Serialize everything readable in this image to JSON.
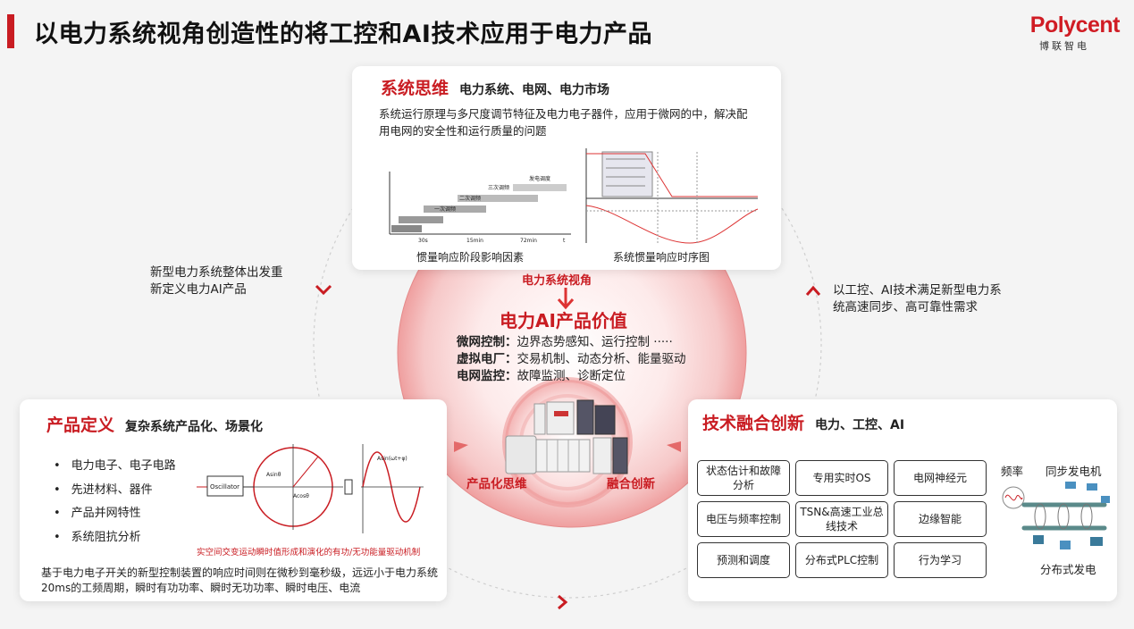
{
  "header": {
    "title": "以电力系统视角创造性的将工控和AI技术应用于电力产品",
    "logo_brand": "Polycent",
    "logo_sub": "博联智电"
  },
  "system_thinking": {
    "title": "系统思维",
    "subtitle": "电力系统、电网、电力市场",
    "description": "系统运行原理与多尺度调节特征及电力电子器件，应用于微网的中，解决配用电网的安全性和运行质量的问题",
    "figure1_caption": "惯量响应阶段影响因素",
    "figure2_caption": "系统惯量响应时序图",
    "figure1_labels": [
      "一次调频",
      "二次调频",
      "三次调频",
      "发电调度"
    ],
    "figure1_axis": [
      "30s",
      "15min",
      "72min",
      "t"
    ]
  },
  "left_side_text": [
    "新型电力系统整体出发重",
    "新定义电力AI产品"
  ],
  "right_side_text": [
    "以工控、AI技术满足新型电力系",
    "统高速同步、高可靠性需求"
  ],
  "center": {
    "perspective": "电力系统视角",
    "value_title": "电力AI产品价值",
    "items": [
      {
        "key": "微网控制：",
        "value": "边界态势感知、运行控制 ·····"
      },
      {
        "key": "虚拟电厂：",
        "value": "交易机制、动态分析、能量驱动"
      },
      {
        "key": "电网监控：",
        "value": "故障监测、诊断定位"
      }
    ],
    "left_label": "产品化思维",
    "right_label": "融合创新"
  },
  "product_definition": {
    "title": "产品定义",
    "subtitle": "复杂系统产品化、场景化",
    "bullets": [
      "电力电子、电子电路",
      "先进材料、器件",
      "产品并网特性",
      "系统阻抗分析"
    ],
    "figure_caption": "实空间交变运动瞬时值形成和演化的有功/无功能量驱动机制",
    "figure_labels": [
      "Oscillator",
      "Asinθ",
      "Acosθ",
      "Asin(ωt+φ)"
    ],
    "note": "基于电力电子开关的新型控制装置的响应时间则在微秒到毫秒级，远远小于电力系统20ms的工频周期，瞬时有功功率、瞬时无功功率、瞬时电压、电流"
  },
  "tech_fusion": {
    "title": "技术融合创新",
    "subtitle": "电力、工控、AI",
    "tags": [
      "状态估计和故障分析",
      "专用实时OS",
      "电网神经元",
      "电压与频率控制",
      "TSN&高速工业总线技术",
      "边缘智能",
      "预测和调度",
      "分布式PLC控制",
      "行为学习"
    ],
    "labels": {
      "frequency": "频率",
      "sync_gen": "同步发电机",
      "dist_gen": "分布式发电"
    }
  },
  "colors": {
    "accent": "#c91c22",
    "ring": "#e06060"
  }
}
